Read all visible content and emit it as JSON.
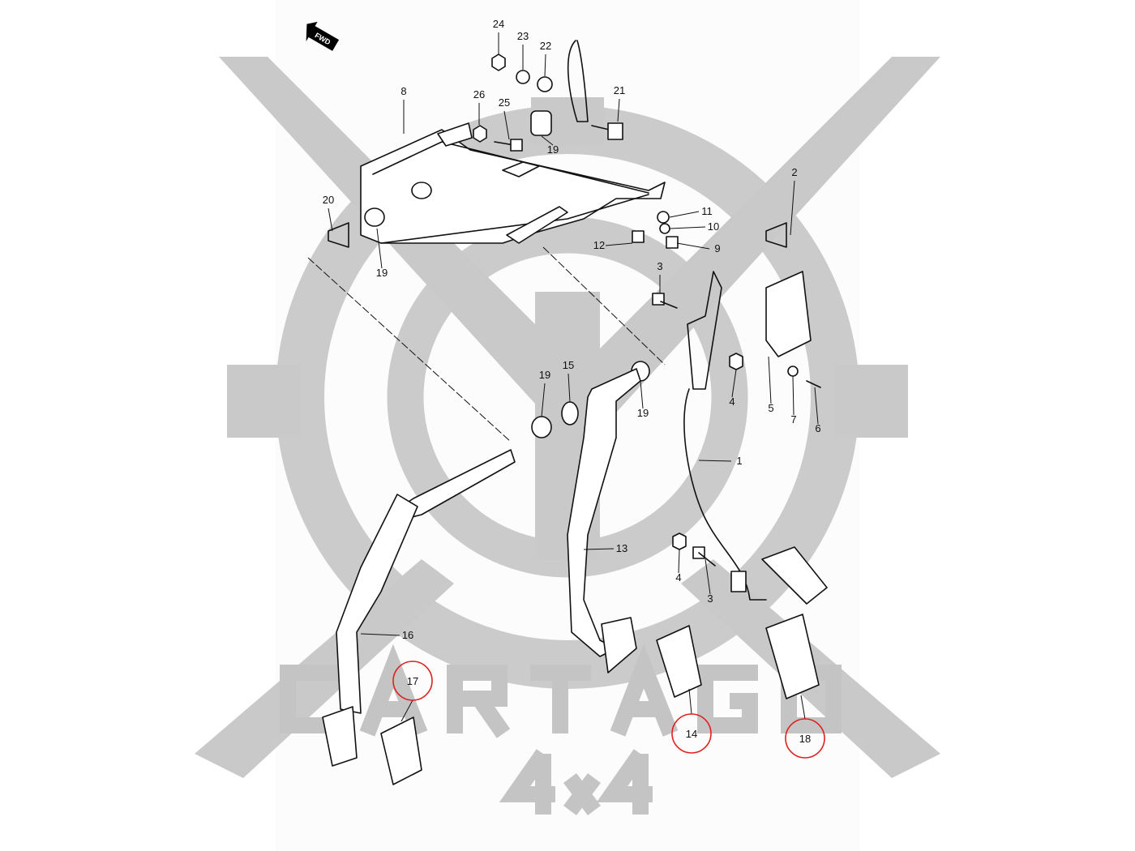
{
  "diagram": {
    "direction_tag": "FWD",
    "watermark": {
      "brand": "CARTAGO",
      "sub": "4x4",
      "color": "#c6c6c6"
    },
    "highlight_color": "#e02020",
    "callouts": [
      "24",
      "23",
      "22",
      "8",
      "26",
      "25",
      "21",
      "19",
      "20",
      "19",
      "2",
      "11",
      "10",
      "12",
      "9",
      "3",
      "19",
      "15",
      "19",
      "4",
      "5",
      "7",
      "6",
      "1",
      "13",
      "4",
      "3",
      "16"
    ],
    "highlighted_callouts": [
      "17",
      "14",
      "18"
    ]
  }
}
